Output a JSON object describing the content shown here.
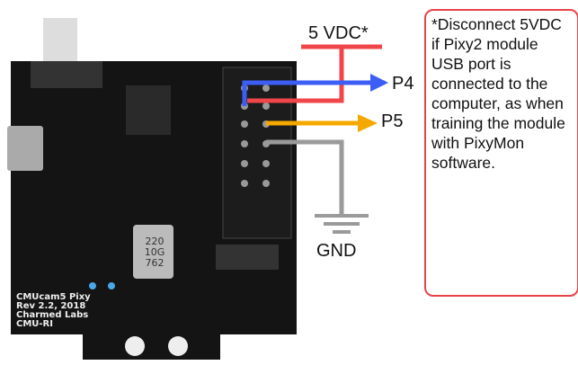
{
  "labels": {
    "vdc": "5 VDC*",
    "p4": "P4",
    "p5": "P5",
    "gnd": "GND"
  },
  "note": "*Disconnect 5VDC if Pixy2 module USB port is connected to the computer, as when training the module with PixyMon software.",
  "board_silkscreen": [
    "CMUcam5 Pixy",
    "Rev 2.2, 2018",
    "Charmed Labs",
    "CMU-RI"
  ],
  "capacitor_marking": [
    "220",
    "10G",
    "762"
  ],
  "colors": {
    "red": "#f0464a",
    "blue": "#3d5ef5",
    "orange": "#f5a800",
    "gray": "#9a9a9a",
    "board": "#121212"
  }
}
